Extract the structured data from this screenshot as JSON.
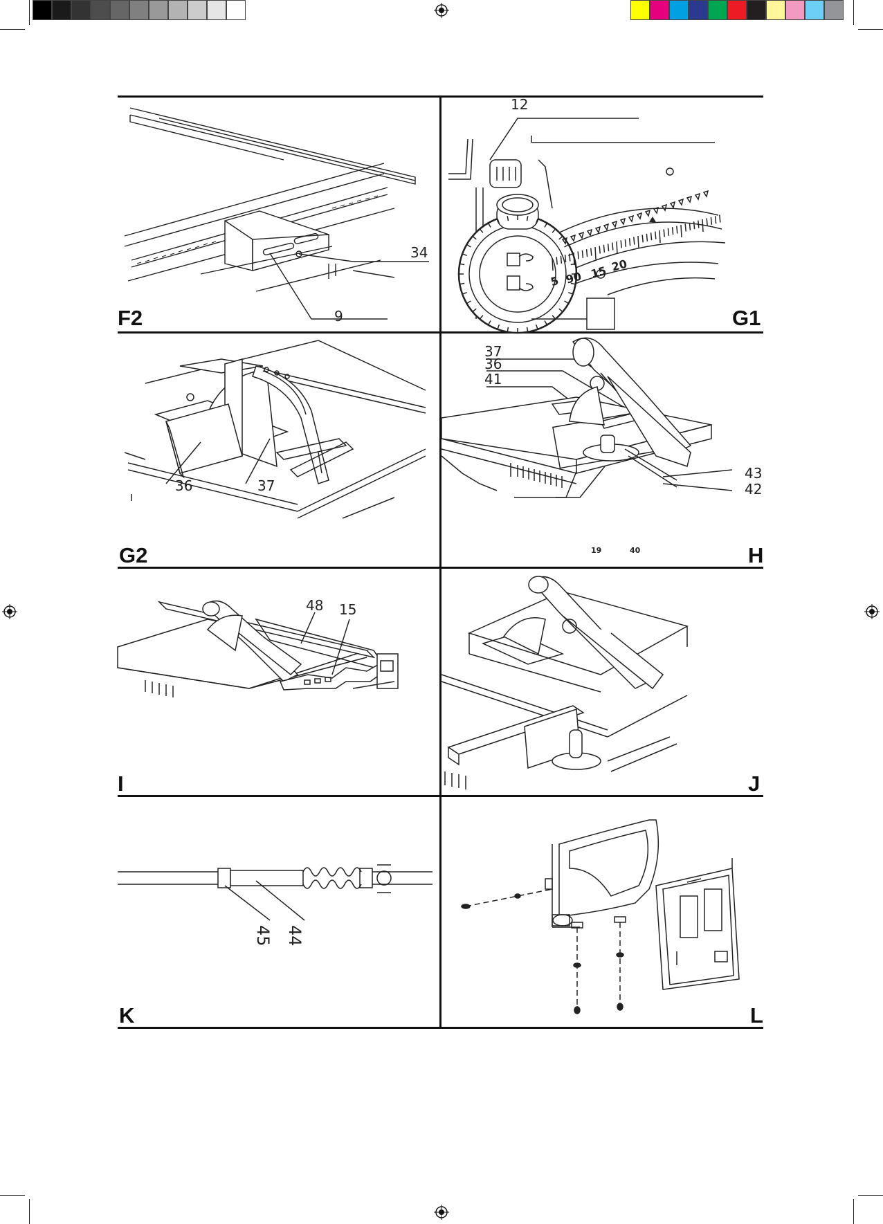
{
  "color_bar": {
    "gray_swatches": [
      "#000000",
      "#1a1a1a",
      "#333333",
      "#4d4d4d",
      "#666666",
      "#808080",
      "#999999",
      "#b3b3b3",
      "#cccccc",
      "#e6e6e6",
      "#ffffff"
    ],
    "color_swatches": [
      "#ffff00",
      "#e6007e",
      "#00a0e3",
      "#2b3990",
      "#00a651",
      "#ed1c24",
      "#231f20",
      "#fff799",
      "#f49ac1",
      "#6dcff6",
      "#939598"
    ]
  },
  "panels": {
    "f2": {
      "label": "F2",
      "callouts": [
        "34",
        "9"
      ]
    },
    "g1": {
      "label": "G1",
      "callouts": [
        "12"
      ],
      "scale_numbers": [
        "5",
        "90",
        "15",
        "20"
      ]
    },
    "g2": {
      "label": "G2",
      "callouts": [
        "36",
        "37"
      ]
    },
    "h": {
      "label": "H",
      "callouts": [
        "37",
        "36",
        "41",
        "43",
        "42",
        "19",
        "40"
      ]
    },
    "i": {
      "label": "I",
      "callouts": [
        "48",
        "15"
      ]
    },
    "j": {
      "label": "J"
    },
    "k": {
      "label": "K",
      "callouts": [
        "44",
        "45"
      ]
    },
    "l": {
      "label": "L"
    }
  },
  "icons": [
    "registration-mark-icon"
  ]
}
